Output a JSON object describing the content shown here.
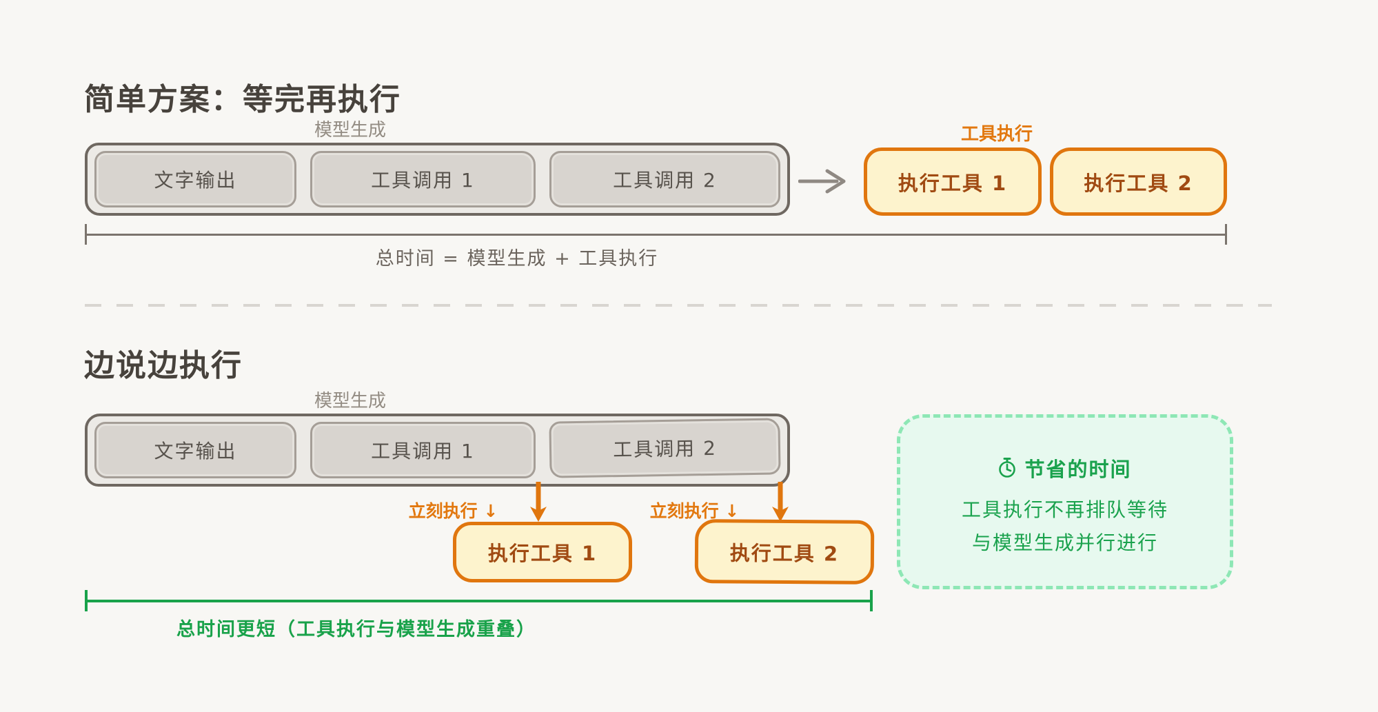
{
  "colors": {
    "background": "#f8f7f4",
    "title_text": "#47423c",
    "gray_border": "#6f6861",
    "gray_block_fill": "#d8d4cf",
    "gray_label": "#938c83",
    "orange_accent": "#e0760e",
    "orange_box_fill": "#fdf3cd",
    "orange_box_text": "#a04a12",
    "green_accent": "#19a24a",
    "green_box_fill": "#e7f9ef",
    "green_box_border": "#8ee7b5"
  },
  "sections": {
    "simple": {
      "title": "简单方案：等完再执行",
      "pipeline_label": "模型生成",
      "blocks": [
        {
          "label": "文字输出"
        },
        {
          "label": "工具调用 1"
        },
        {
          "label": "工具调用 2"
        }
      ],
      "arrow_icon": "arrow-right-icon",
      "exec_label": "工具执行",
      "exec_blocks": [
        {
          "label": "执行工具 1"
        },
        {
          "label": "执行工具 2"
        }
      ],
      "total_time_text": "总时间 = 模型生成 + 工具执行"
    },
    "streaming": {
      "title": "边说边执行",
      "pipeline_label": "模型生成",
      "blocks": [
        {
          "label": "文字输出"
        },
        {
          "label": "工具调用 1"
        },
        {
          "label": "工具调用 2"
        }
      ],
      "immediate_labels": [
        "立刻执行 ↓",
        "立刻执行 ↓"
      ],
      "arrow_icon": "arrow-down-icon",
      "exec_blocks": [
        {
          "label": "执行工具 1"
        },
        {
          "label": "执行工具 2"
        }
      ],
      "benefit": {
        "icon": "timer-icon",
        "title": "节省的时间",
        "lines": [
          "工具执行不再排队等待",
          "与模型生成并行进行"
        ]
      },
      "total_time_text": "总时间更短（工具执行与模型生成重叠）"
    }
  }
}
